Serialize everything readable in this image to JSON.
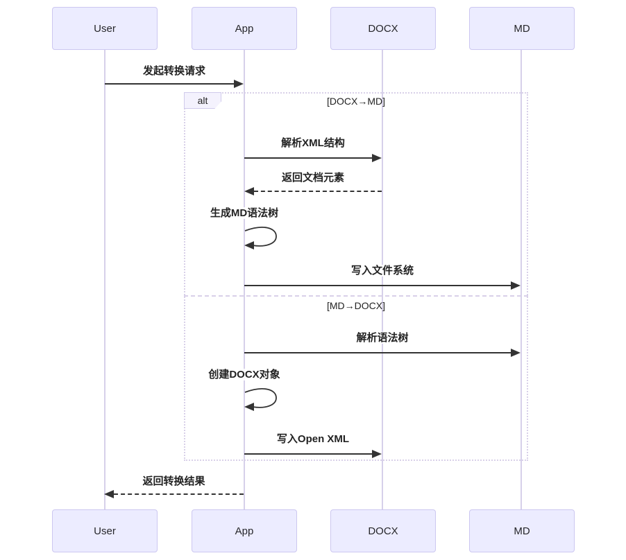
{
  "diagram": {
    "type": "sequence-diagram",
    "participants": [
      {
        "name": "User"
      },
      {
        "name": "App"
      },
      {
        "name": "DOCX"
      },
      {
        "name": "MD"
      }
    ],
    "alt_block": {
      "label": "alt",
      "conditions": [
        "[DOCX→MD]",
        "[MD→DOCX]"
      ]
    },
    "messages": [
      {
        "label": "发起转换请求",
        "from": "User",
        "to": "App",
        "style": "solid"
      },
      {
        "label": "解析XML结构",
        "from": "App",
        "to": "DOCX",
        "style": "solid"
      },
      {
        "label": "返回文档元素",
        "from": "DOCX",
        "to": "App",
        "style": "dashed"
      },
      {
        "label": "生成MD语法树",
        "from": "App",
        "to": "App",
        "style": "self"
      },
      {
        "label": "写入文件系统",
        "from": "App",
        "to": "MD",
        "style": "solid"
      },
      {
        "label": "解析语法树",
        "from": "App",
        "to": "MD",
        "style": "solid"
      },
      {
        "label": "创建DOCX对象",
        "from": "App",
        "to": "App",
        "style": "self"
      },
      {
        "label": "写入Open XML",
        "from": "App",
        "to": "DOCX",
        "style": "solid"
      },
      {
        "label": "返回转换结果",
        "from": "App",
        "to": "User",
        "style": "dashed"
      }
    ],
    "colors": {
      "actor_fill": "#ECECFF",
      "actor_border": "#ccc7f0",
      "lifeline": "#d6d0ea",
      "frame_border": "#d8d0e8",
      "arrow": "#333333",
      "text": "#222222",
      "background": "#ffffff"
    }
  }
}
